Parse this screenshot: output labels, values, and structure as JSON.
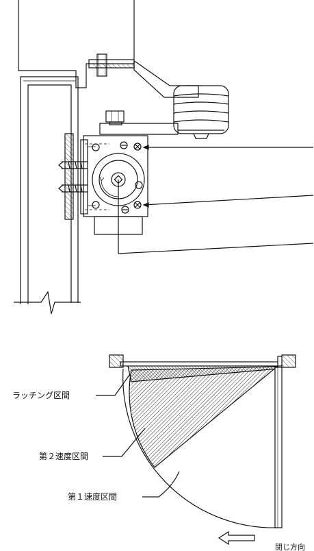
{
  "labels": {
    "latching": "ラッチング区間",
    "speed2": "第２速度区間",
    "speed1": "第１速度区間",
    "close_direction": "閉じ方向"
  },
  "colors": {
    "line": "#111111",
    "background": "#ffffff"
  }
}
